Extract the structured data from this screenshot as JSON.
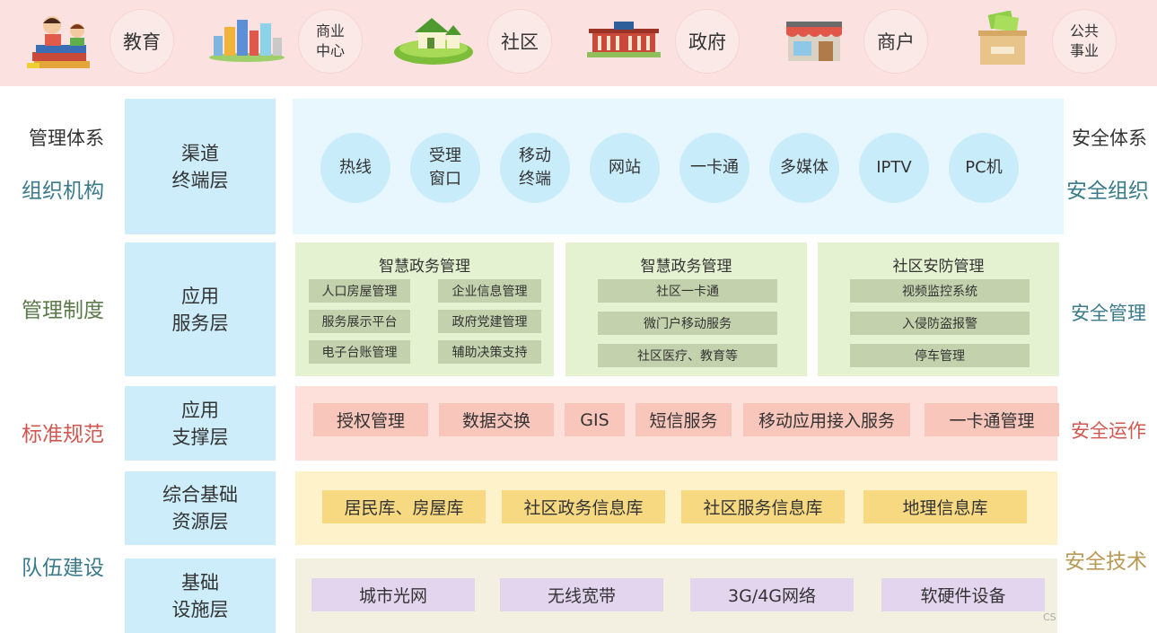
{
  "banner": {
    "items": [
      {
        "label": "教育",
        "icon": "reading-children-icon"
      },
      {
        "label": "商业\n中心",
        "icon": "city-buildings-icon"
      },
      {
        "label": "社区",
        "icon": "community-house-icon"
      },
      {
        "label": "政府",
        "icon": "government-building-icon"
      },
      {
        "label": "商户",
        "icon": "storefront-icon"
      },
      {
        "label": "公共\n事业",
        "icon": "money-box-icon"
      }
    ]
  },
  "left": {
    "mgmt_system": "管理体系",
    "org": "组织机构",
    "rules": "管理制度",
    "standards": "标准规范",
    "team": "队伍建设"
  },
  "right": {
    "sec_system": "安全体系",
    "sec_org": "安全组织",
    "sec_mgmt": "安全管理",
    "sec_ops": "安全运作",
    "sec_tech": "安全技术"
  },
  "layers": {
    "channel": "渠道\n终端层",
    "app_service": "应用\n服务层",
    "app_support": "应用\n支撑层",
    "resource": "综合基础\n资源层",
    "infra": "基础\n设施层"
  },
  "channels": [
    "热线",
    "受理\n窗口",
    "移动\n终端",
    "网站",
    "一卡通",
    "多媒体",
    "IPTV",
    "PC机"
  ],
  "apps": [
    {
      "title": "智慧政务管理",
      "items": [
        "人口房屋管理",
        "企业信息管理",
        "服务展示平台",
        "政府党建管理",
        "电子台账管理",
        "辅助决策支持"
      ]
    },
    {
      "title": "智慧政务管理",
      "items": [
        "社区一卡通",
        "微门户移动服务",
        "社区医疗、教育等"
      ]
    },
    {
      "title": "社区安防管理",
      "items": [
        "视频监控系统",
        "入侵防盗报警",
        "停车管理"
      ]
    }
  ],
  "support": [
    "授权管理",
    "数据交换",
    "GIS",
    "短信服务",
    "移动应用接入服务",
    "一卡通管理"
  ],
  "resources": [
    "居民库、房屋库",
    "社区政务信息库",
    "社区服务信息库",
    "地理信息库"
  ],
  "infra": [
    "城市光网",
    "无线宽带",
    "3G/4G网络",
    "软硬件设备"
  ],
  "watermark": "CS",
  "colors": {
    "banner_bg": "#fbe1df",
    "layer_bg": "#ccedf9",
    "channel_bg": "#e8f7fd",
    "channel_circle": "#c9ecfa",
    "app_bg": "#e4f2d1",
    "app_pill": "#c3d1ac",
    "support_bg": "#fce0d9",
    "support_chip": "#f9c6bc",
    "resource_bg": "#fdf2c9",
    "resource_chip": "#f7d982",
    "infra_bg": "#f3f0e2",
    "infra_chip": "#e4d5ef"
  }
}
